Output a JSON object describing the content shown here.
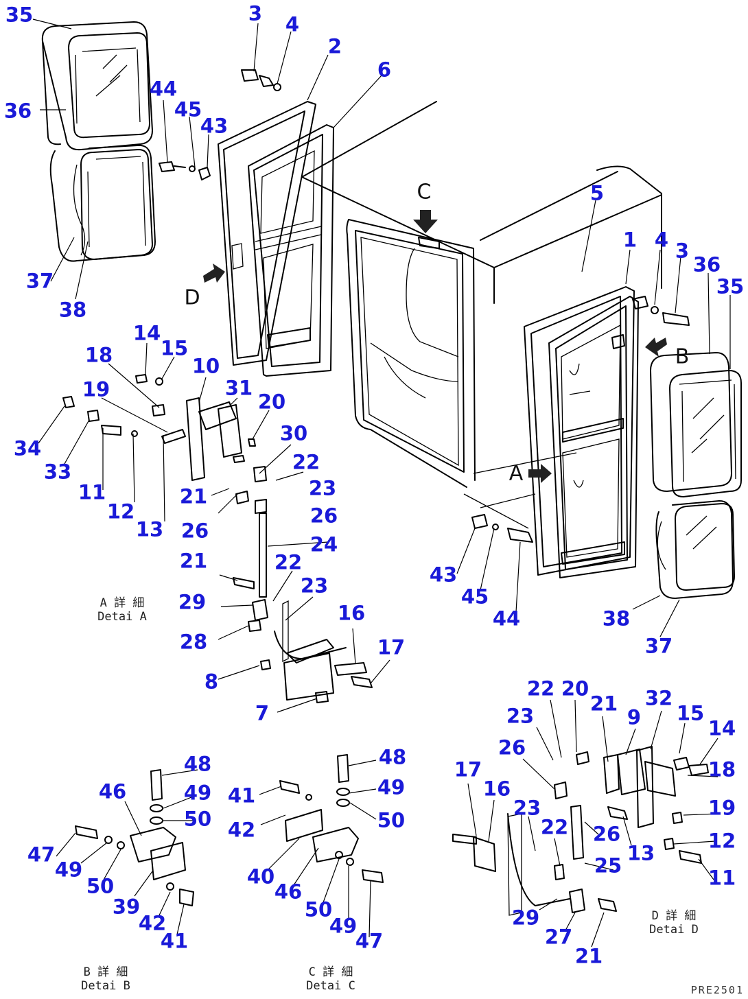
{
  "callouts": [
    {
      "id": "c35a",
      "text": "35"
    },
    {
      "id": "c36a",
      "text": "36"
    },
    {
      "id": "c3a",
      "text": "3"
    },
    {
      "id": "c4a",
      "text": "4"
    },
    {
      "id": "c2",
      "text": "2"
    },
    {
      "id": "c6",
      "text": "6"
    },
    {
      "id": "c44a",
      "text": "44"
    },
    {
      "id": "c45a",
      "text": "45"
    },
    {
      "id": "c43a",
      "text": "43"
    },
    {
      "id": "c37a",
      "text": "37"
    },
    {
      "id": "c38a",
      "text": "38"
    },
    {
      "id": "c5",
      "text": "5"
    },
    {
      "id": "c1",
      "text": "1"
    },
    {
      "id": "c4b",
      "text": "4"
    },
    {
      "id": "c3b",
      "text": "3"
    },
    {
      "id": "c36b",
      "text": "36"
    },
    {
      "id": "c35b",
      "text": "35"
    },
    {
      "id": "c14a",
      "text": "14"
    },
    {
      "id": "c15a",
      "text": "15"
    },
    {
      "id": "c18a",
      "text": "18"
    },
    {
      "id": "c10",
      "text": "10"
    },
    {
      "id": "c31",
      "text": "31"
    },
    {
      "id": "c19a",
      "text": "19"
    },
    {
      "id": "c20a",
      "text": "20"
    },
    {
      "id": "c30",
      "text": "30"
    },
    {
      "id": "c34",
      "text": "34"
    },
    {
      "id": "c33",
      "text": "33"
    },
    {
      "id": "c22a",
      "text": "22"
    },
    {
      "id": "c23a",
      "text": "23"
    },
    {
      "id": "c11a",
      "text": "11"
    },
    {
      "id": "c21a",
      "text": "21"
    },
    {
      "id": "c26a",
      "text": "26"
    },
    {
      "id": "c26b",
      "text": "26"
    },
    {
      "id": "c12a",
      "text": "12"
    },
    {
      "id": "c13a",
      "text": "13"
    },
    {
      "id": "c24",
      "text": "24"
    },
    {
      "id": "c21b",
      "text": "21"
    },
    {
      "id": "c22b",
      "text": "22"
    },
    {
      "id": "c23b",
      "text": "23"
    },
    {
      "id": "c29a",
      "text": "29"
    },
    {
      "id": "c28",
      "text": "28"
    },
    {
      "id": "c16a",
      "text": "16"
    },
    {
      "id": "c17a",
      "text": "17"
    },
    {
      "id": "c8",
      "text": "8"
    },
    {
      "id": "c7",
      "text": "7"
    },
    {
      "id": "c43b",
      "text": "43"
    },
    {
      "id": "c45b",
      "text": "45"
    },
    {
      "id": "c44b",
      "text": "44"
    },
    {
      "id": "c38b",
      "text": "38"
    },
    {
      "id": "c37b",
      "text": "37"
    },
    {
      "id": "c22c",
      "text": "22"
    },
    {
      "id": "c20b",
      "text": "20"
    },
    {
      "id": "c21c",
      "text": "21"
    },
    {
      "id": "c32",
      "text": "32"
    },
    {
      "id": "c9",
      "text": "9"
    },
    {
      "id": "c15b",
      "text": "15"
    },
    {
      "id": "c14b",
      "text": "14"
    },
    {
      "id": "c23c",
      "text": "23"
    },
    {
      "id": "c26c",
      "text": "26"
    },
    {
      "id": "c18b",
      "text": "18"
    },
    {
      "id": "c17b",
      "text": "17"
    },
    {
      "id": "c16b",
      "text": "16"
    },
    {
      "id": "c23d",
      "text": "23"
    },
    {
      "id": "c26d",
      "text": "26"
    },
    {
      "id": "c13b",
      "text": "13"
    },
    {
      "id": "c19b",
      "text": "19"
    },
    {
      "id": "c22d",
      "text": "22"
    },
    {
      "id": "c12b",
      "text": "12"
    },
    {
      "id": "c25",
      "text": "25"
    },
    {
      "id": "c11b",
      "text": "11"
    },
    {
      "id": "c29b",
      "text": "29"
    },
    {
      "id": "c27",
      "text": "27"
    },
    {
      "id": "c21d",
      "text": "21"
    },
    {
      "id": "c48a",
      "text": "48"
    },
    {
      "id": "c46a",
      "text": "46"
    },
    {
      "id": "c49a",
      "text": "49"
    },
    {
      "id": "c50a",
      "text": "50"
    },
    {
      "id": "c47a",
      "text": "47"
    },
    {
      "id": "c49b",
      "text": "49"
    },
    {
      "id": "c50b",
      "text": "50"
    },
    {
      "id": "c39",
      "text": "39"
    },
    {
      "id": "c42a",
      "text": "42"
    },
    {
      "id": "c41a",
      "text": "41"
    },
    {
      "id": "c48b",
      "text": "48"
    },
    {
      "id": "c41b",
      "text": "41"
    },
    {
      "id": "c49c",
      "text": "49"
    },
    {
      "id": "c42b",
      "text": "42"
    },
    {
      "id": "c50c",
      "text": "50"
    },
    {
      "id": "c40",
      "text": "40"
    },
    {
      "id": "c46b",
      "text": "46"
    },
    {
      "id": "c50d",
      "text": "50"
    },
    {
      "id": "c49d",
      "text": "49"
    },
    {
      "id": "c47b",
      "text": "47"
    }
  ],
  "view_letters": {
    "a": "A",
    "b": "B",
    "c": "C",
    "d": "D"
  },
  "detail_captions": {
    "a_jp": "A 詳 細",
    "a_en": "Detai A",
    "b_jp": "B 詳 細",
    "b_en": "Detai B",
    "c_jp": "C 詳 細",
    "c_en": "Detai C",
    "d_jp": "D 詳 細",
    "d_en": "Detai D"
  },
  "drawing_id": "PRE2501",
  "colors": {
    "callout": "#1a1ad8",
    "linework": "#000000",
    "background": "#ffffff"
  }
}
